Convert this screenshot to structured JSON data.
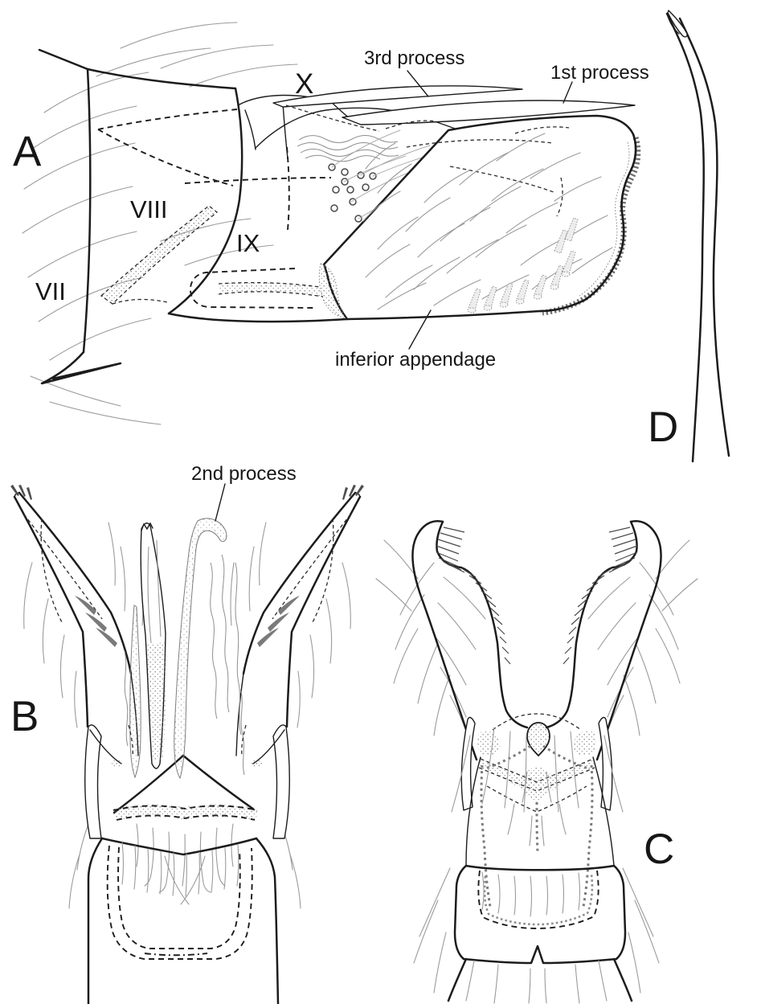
{
  "figure": {
    "background_color": "#ffffff",
    "ink_color": "#1c1c1c",
    "seta_color": "#9b9b9b",
    "stipple_color": "#7d7d7d"
  },
  "panels": {
    "a": {
      "letter": "A",
      "labels": {
        "segment_x": "X",
        "third_process": "3rd process",
        "first_process": "1st process",
        "segment_viii": "VIII",
        "segment_ix": "IX",
        "segment_vii": "VII",
        "inferior_appendage": "inferior appendage"
      }
    },
    "b": {
      "letter": "B",
      "labels": {
        "second_process": "2nd process"
      }
    },
    "c": {
      "letter": "C"
    },
    "d": {
      "letter": "D"
    }
  }
}
